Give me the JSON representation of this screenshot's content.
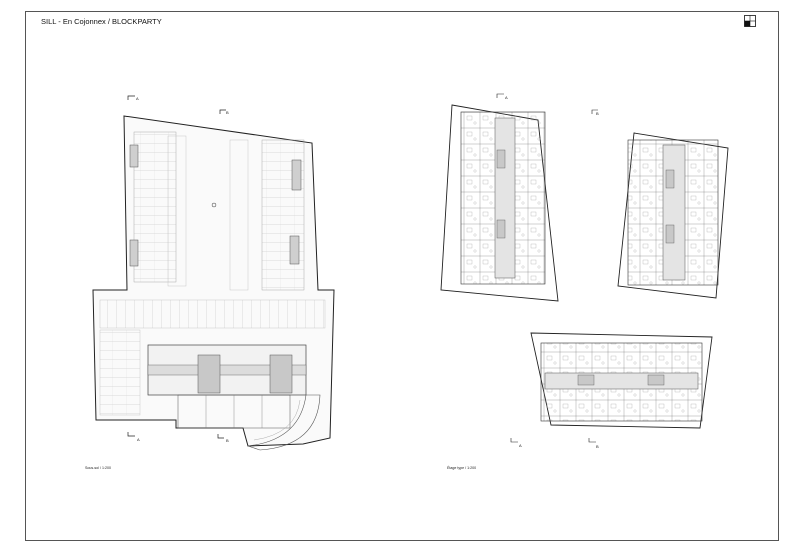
{
  "sheet": {
    "title": "SILL - En Cojonnex / BLOCKPARTY"
  },
  "captions": {
    "left": "Sous-sol / 1:200",
    "right": "Étage type / 1:200"
  },
  "section_marks": {
    "a": "A",
    "b": "B"
  }
}
